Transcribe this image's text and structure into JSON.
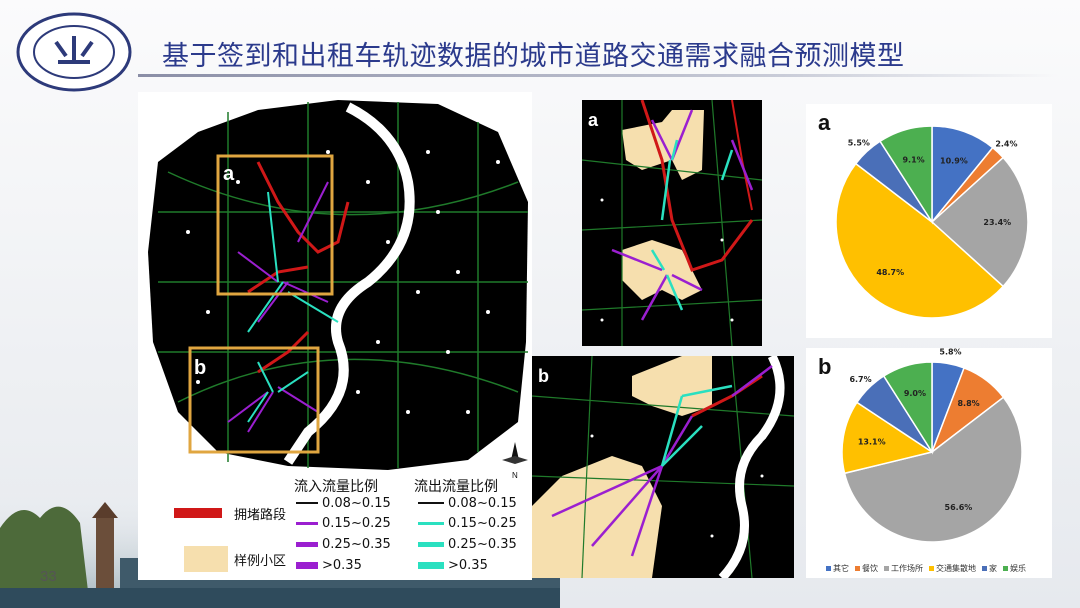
{
  "slide": {
    "title": "基于签到和出租车轨迹数据的城市道路交通需求融合预测模型",
    "page_number": "33"
  },
  "logo": {
    "icon": "university-seal-icon"
  },
  "map_main": {
    "box_a_label": "a",
    "box_b_label": "b"
  },
  "map_a": {
    "label": "a"
  },
  "map_b": {
    "label": "b"
  },
  "legend": {
    "congested_label": "拥堵路段",
    "sample_label": "样例小区",
    "inflow_title": "流入流量比例",
    "outflow_title": "流出流量比例",
    "bins": [
      "0.08~0.15",
      "0.15~0.25",
      "0.25~0.35",
      ">0.35"
    ],
    "colors": {
      "congested": "#d01818",
      "sample": "#f6dfae",
      "inflow": "#9b1fd0",
      "outflow": "#2ae0c0"
    }
  },
  "chart_data": [
    {
      "type": "pie",
      "label": "a",
      "categories": [
        "其它",
        "餐饮",
        "工作场所",
        "交通集散地",
        "家",
        "娱乐"
      ],
      "values": [
        10.9,
        2.4,
        23.4,
        48.7,
        5.5,
        9.1
      ],
      "colors": [
        "#4472c4",
        "#ed7d31",
        "#a5a5a5",
        "#ffc000",
        "#4a6fb8",
        "#4caf50"
      ]
    },
    {
      "type": "pie",
      "label": "b",
      "categories": [
        "其它",
        "餐饮",
        "工作场所",
        "交通集散地",
        "家",
        "娱乐"
      ],
      "values": [
        5.8,
        8.8,
        56.6,
        13.1,
        6.7,
        9.0
      ],
      "colors": [
        "#4472c4",
        "#ed7d31",
        "#a5a5a5",
        "#ffc000",
        "#4a6fb8",
        "#4caf50"
      ]
    }
  ]
}
